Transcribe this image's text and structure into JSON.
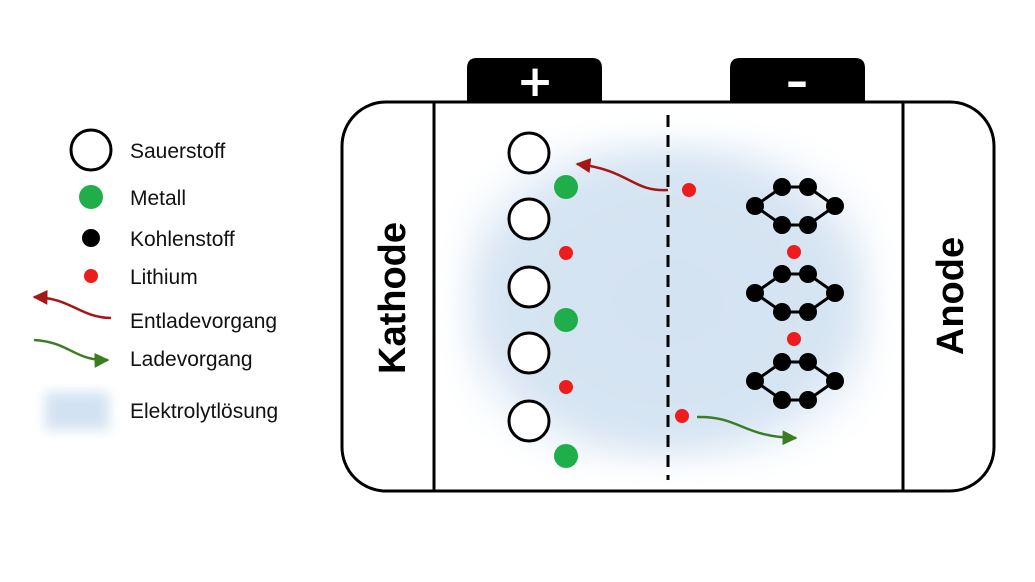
{
  "colors": {
    "metal": "#1fae4a",
    "lithium": "#ee1c1c",
    "carbon": "#000000",
    "discharge_arrow": "#a51616",
    "charge_arrow": "#3b7d23",
    "electrolyte": "#d3e2f2"
  },
  "legend": {
    "oxygen": "Sauerstoff",
    "metal": "Metall",
    "carbon": "Kohlenstoff",
    "lithium": "Lithium",
    "discharge": "Entladevorgang",
    "charge": "Ladevorgang",
    "electrolyte": "Elektrolytlösung"
  },
  "battery": {
    "cathode_label": "Kathode",
    "anode_label": "Anode",
    "plus_sign": "+",
    "minus_sign": "–"
  }
}
